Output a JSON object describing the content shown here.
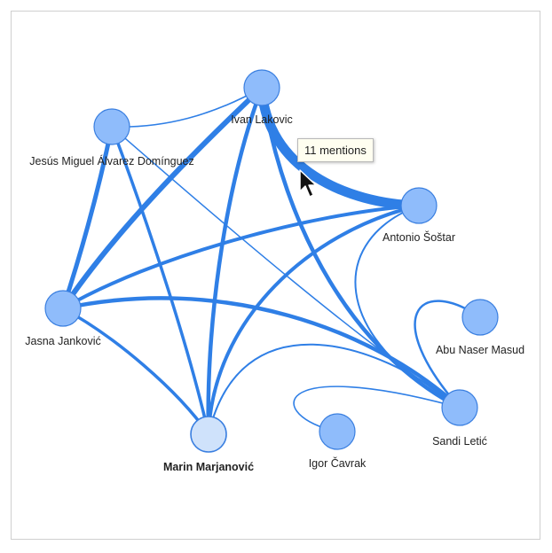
{
  "tooltip": {
    "text": "11 mentions"
  },
  "nodes": [
    {
      "id": "ivan",
      "label": "Ivan Lakovic"
    },
    {
      "id": "jesus",
      "label": "Jesús Miguel Álvarez Domínguez"
    },
    {
      "id": "antonio",
      "label": "Antonio Šoštar"
    },
    {
      "id": "jasna",
      "label": "Jasna Janković"
    },
    {
      "id": "abu",
      "label": "Abu Naser Masud"
    },
    {
      "id": "sandi",
      "label": "Sandi Letić"
    },
    {
      "id": "igor",
      "label": "Igor Čavrak"
    },
    {
      "id": "marin",
      "label": "Marin Marjanović",
      "selected": true
    }
  ],
  "edges": [
    {
      "from": "ivan",
      "to": "antonio",
      "mentions": 11
    },
    {
      "from": "ivan",
      "to": "jesus"
    },
    {
      "from": "ivan",
      "to": "jasna"
    },
    {
      "from": "ivan",
      "to": "marin"
    },
    {
      "from": "ivan",
      "to": "sandi"
    },
    {
      "from": "jesus",
      "to": "jasna"
    },
    {
      "from": "jesus",
      "to": "marin"
    },
    {
      "from": "jesus",
      "to": "sandi"
    },
    {
      "from": "antonio",
      "to": "jasna"
    },
    {
      "from": "antonio",
      "to": "marin"
    },
    {
      "from": "antonio",
      "to": "sandi"
    },
    {
      "from": "jasna",
      "to": "marin"
    },
    {
      "from": "jasna",
      "to": "sandi"
    },
    {
      "from": "marin",
      "to": "sandi"
    },
    {
      "from": "abu",
      "to": "sandi"
    },
    {
      "from": "igor",
      "to": "sandi"
    }
  ]
}
